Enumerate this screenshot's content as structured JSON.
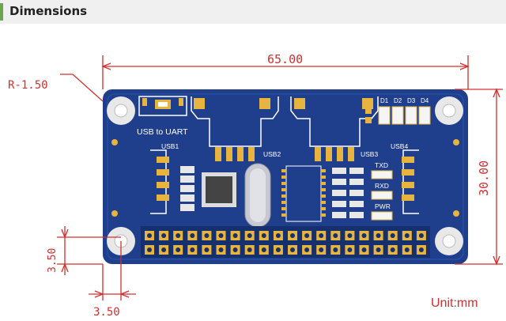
{
  "header": {
    "title": "Dimensions"
  },
  "dimensions": {
    "width": "65.00",
    "height": "30.00",
    "radius": "R-1.50",
    "hole_offset_x": "3.50",
    "hole_offset_y": "3.50",
    "unit": "Unit:mm"
  },
  "board": {
    "label_usb_uart": "USB to UART",
    "label_usb1": "USB1",
    "label_usb2": "USB2",
    "label_usb3": "USB3",
    "label_usb4": "USB4",
    "led_d1": "D1",
    "led_d2": "D2",
    "led_d3": "D3",
    "led_d4": "D4",
    "led_txd": "TXD",
    "led_rxd": "RXD",
    "led_pwr": "PWR"
  },
  "colors": {
    "pcb": "#1f3f8c",
    "pcb_dark": "#16306e",
    "gold": "#e7b440",
    "dimension": "#d03030",
    "header_accent": "#6aa84f"
  }
}
